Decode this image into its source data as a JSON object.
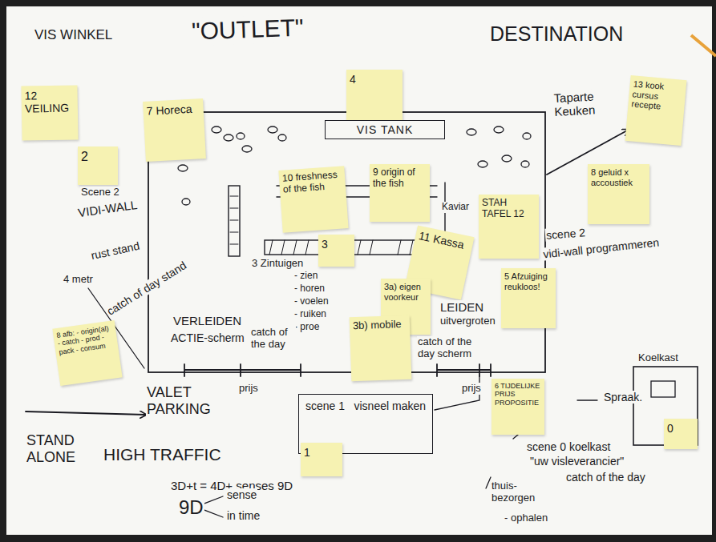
{
  "diagram": {
    "nodes": [
      {
        "text": [
          "12 VEILING"
        ]
      },
      {
        "text": [
          "4"
        ]
      },
      {
        "text": [
          "13 kook cursus recepte"
        ]
      },
      {
        "text": [
          "7 Horeca"
        ]
      },
      {
        "text": [
          "VIS TANK"
        ]
      },
      {
        "text": [
          "2"
        ]
      },
      {
        "text": [
          "10 freshness of the fish"
        ]
      },
      {
        "text": [
          "9 origin of the fish"
        ]
      },
      {
        "text": [
          "8 geluid x accoustiek"
        ]
      },
      {
        "text": [
          "STAH TAFEL 12"
        ]
      },
      {
        "text": [
          "11 Kassa"
        ]
      },
      {
        "text": [
          "3"
        ]
      },
      {
        "text": [
          "5 Afzuiging reukloos!"
        ]
      },
      {
        "text": [
          "3a) eigen voorkeur"
        ]
      },
      {
        "text": [
          "8 afb: - origin(al) - catch - prod - pack - consum"
        ]
      },
      {
        "text": [
          "3b) mobile"
        ]
      },
      {
        "text": [
          "6 TIJDELIJKE PRIJS PROPOSITIE"
        ]
      },
      {
        "text": [
          "scene 1",
          "visneel maken"
        ]
      },
      {
        "text": [
          "0"
        ]
      },
      {
        "text": [
          "1"
        ]
      }
    ],
    "labels": [
      "VIS WINKEL",
      "\"OUTLET\"",
      "DESTINATION",
      "Taparte Keuken",
      "Scene 2",
      "VIDI-WALL",
      "rust stand",
      "4 metr",
      "catch of day stand",
      "3 Zintuigen",
      "- zien",
      "- horen",
      "- voelen",
      "- ruiken",
      "- proe",
      "Kaviar",
      "scene 2",
      "vidi-wall programmeren",
      "VERLEIDEN",
      "ACTIE-scherm",
      "catch of the day",
      "LEIDEN",
      "uitvergroten",
      "catch of the day scherm",
      "prijs",
      "VALET PARKING",
      "prijs",
      "Spraak.",
      "Koelkast",
      "STAND ALONE",
      "HIGH TRAFFIC",
      "scene 0 koelkast",
      "\"uw visleverancier\"",
      "catch of the day",
      "thuis-bezorgen",
      "- ophalen",
      "3D+t = 4D+ senses 9D",
      "9D",
      "sense",
      "in time"
    ]
  }
}
